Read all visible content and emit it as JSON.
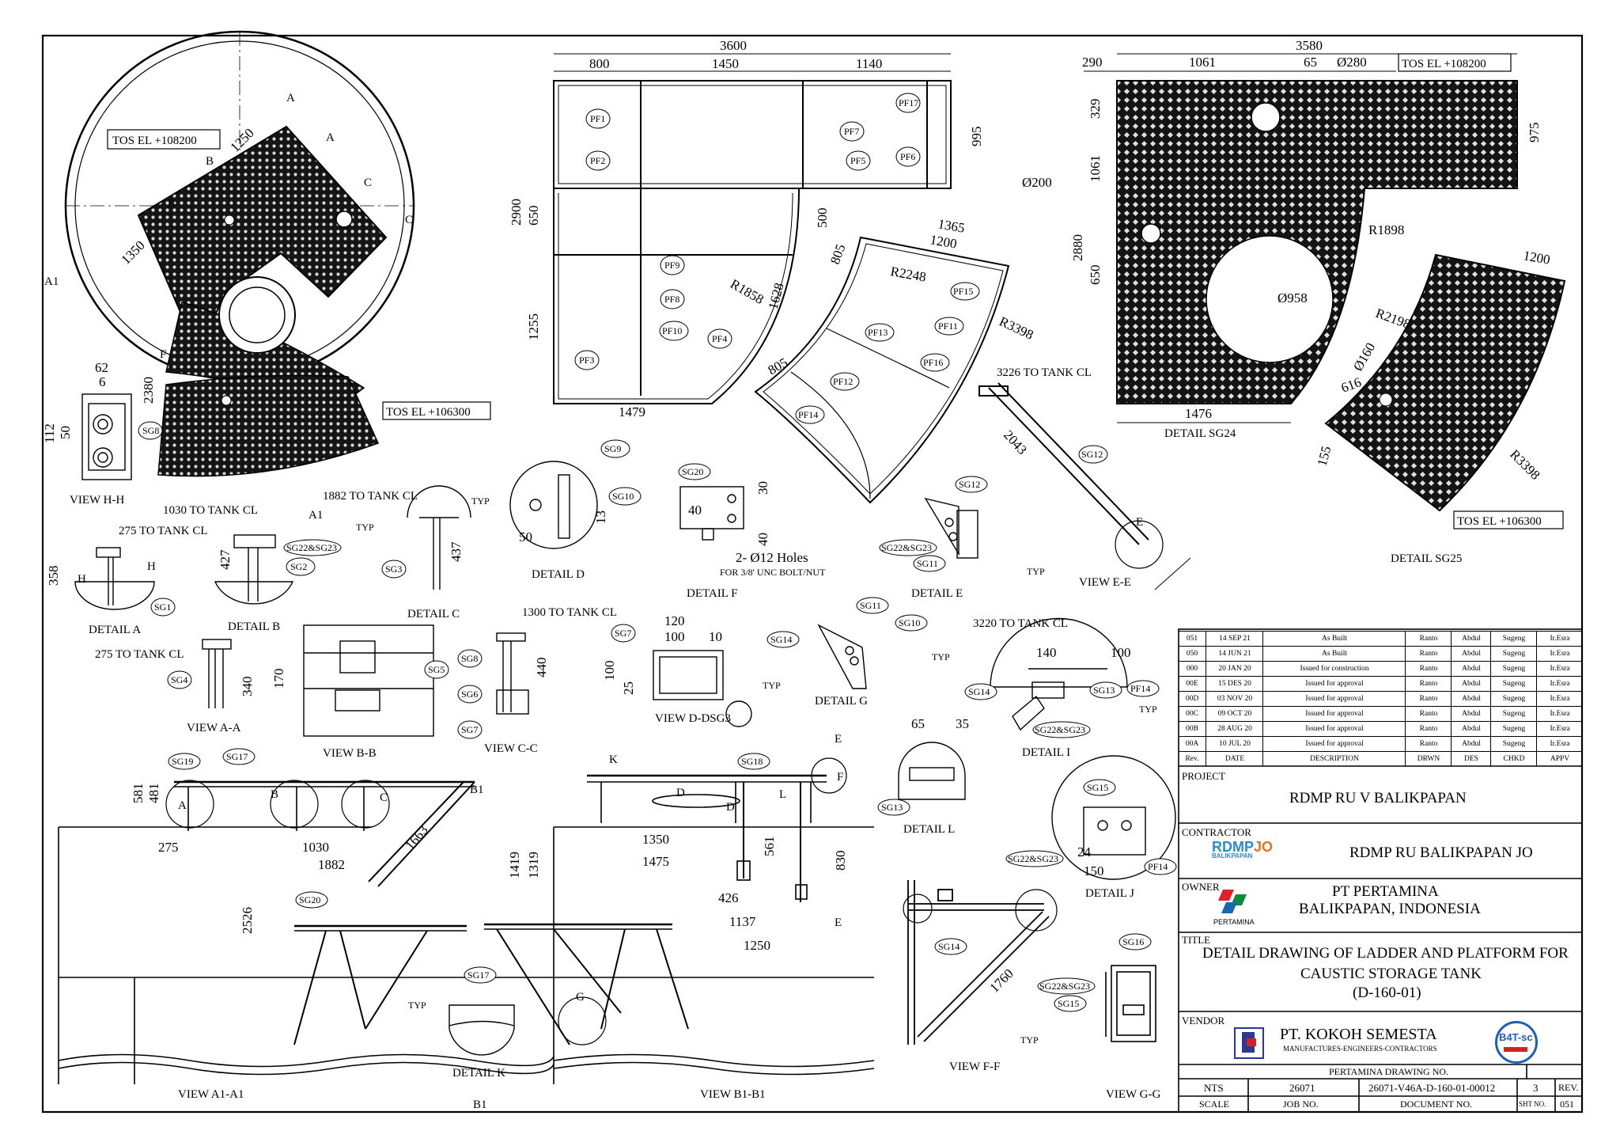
{
  "views": {
    "view_hh": "VIEW H-H",
    "view_aa": "VIEW A-A",
    "view_bb": "VIEW B-B",
    "view_cc": "VIEW C-C",
    "view_ddsg3": "VIEW D-DSG3",
    "view_ee": "VIEW E-E",
    "view_ff": "VIEW F-F",
    "view_gg": "VIEW G-G",
    "view_a1a1": "VIEW A1-A1",
    "view_b1b1": "VIEW B1-B1",
    "detail_a": "DETAIL A",
    "detail_b": "DETAIL B",
    "detail_c": "DETAIL C",
    "detail_d": "DETAIL D",
    "detail_e": "DETAIL E",
    "detail_f": "DETAIL F",
    "detail_g": "DETAIL G",
    "detail_i": "DETAIL I",
    "detail_j": "DETAIL J",
    "detail_k": "DETAIL K",
    "detail_l": "DETAIL L",
    "detail_sg24": "DETAIL SG24",
    "detail_sg25": "DETAIL SG25"
  },
  "elevations": {
    "tos_108200": "TOS EL +108200",
    "tos_106300": "TOS EL +106300"
  },
  "notes": {
    "to_tank_1882": "1882 TO TANK CL",
    "to_tank_1030": "1030 TO TANK CL",
    "to_tank_275": "275 TO TANK CL",
    "to_tank_275b": "275 TO TANK CL",
    "to_tank_1300": "1300 TO TANK CL",
    "to_tank_3220": "3220 TO TANK CL",
    "to_tank_3226": "3226 TO TANK CL",
    "holes": "2- Ø12 Holes",
    "bolt": "FOR 3/8' UNC BOLT/NUT",
    "typ": "TYP"
  },
  "dimensions": {
    "d3600": "3600",
    "d800": "800",
    "d1450": "1450",
    "d1140": "1140",
    "d2900": "2900",
    "d650": "650",
    "d1255": "1255",
    "d1479": "1479",
    "d995": "995",
    "d500": "500",
    "d1628": "1628",
    "d805a": "805",
    "d805b": "805",
    "d1365": "1365",
    "d1200": "1200",
    "r1858": "R1858",
    "r2248": "R2248",
    "r3398": "R3398",
    "d2043": "2043",
    "d3580": "3580",
    "d290": "290",
    "d1061": "1061",
    "d65": "65",
    "o280": "Ø280",
    "d329": "329",
    "d1061v": "1061",
    "d2880": "2880",
    "d650v": "650",
    "d975": "975",
    "o200": "Ø200",
    "r1898": "R1898",
    "o958": "Ø958",
    "d1476": "1476",
    "d1200b": "1200",
    "r2198": "R2198",
    "o160": "Ø160",
    "d616": "616",
    "d155": "155",
    "r3398b": "R3398",
    "d1250": "1250",
    "d1350": "1350",
    "d2380": "2380",
    "d62": "62",
    "d6": "6",
    "d112": "112",
    "d50": "50",
    "d358": "358",
    "d427": "427",
    "d437": "437",
    "d340": "340",
    "d170": "170",
    "d440": "440",
    "d120": "120",
    "d100": "100",
    "d10": "10",
    "d25": "25",
    "d100v": "100",
    "d30": "30",
    "d40": "40",
    "d40v": "40",
    "d13": "13",
    "d50b": "50",
    "d140": "140",
    "d100i": "100",
    "d65l": "65",
    "d35l": "35",
    "d24": "24",
    "d150": "150",
    "d581": "581",
    "d481": "481",
    "d275": "275",
    "d1030": "1030",
    "d1882": "1882",
    "d1663": "1663",
    "d2526": "2526",
    "d1419": "1419",
    "d1319": "1319",
    "d1350b": "1350",
    "d1475": "1475",
    "d561": "561",
    "d830": "830",
    "d426": "426",
    "d1137": "1137",
    "d1250b": "1250",
    "d1760": "1760"
  },
  "revisions": [
    {
      "rev": "051",
      "date": "14 SEP 21",
      "desc": "As Built",
      "drwn": "Ranto",
      "des": "Abdul",
      "chkd": "Sugeng",
      "appv": "Ir.Esra"
    },
    {
      "rev": "050",
      "date": "14 JUN 21",
      "desc": "As Built",
      "drwn": "Ranto",
      "des": "Abdul",
      "chkd": "Sugeng",
      "appv": "Ir.Esra"
    },
    {
      "rev": "000",
      "date": "20 JAN 20",
      "desc": "Issued for construction",
      "drwn": "Ranto",
      "des": "Abdul",
      "chkd": "Sugeng",
      "appv": "Ir.Esra"
    },
    {
      "rev": "00E",
      "date": "15 DES 20",
      "desc": "Issued for approval",
      "drwn": "Ranto",
      "des": "Abdul",
      "chkd": "Sugeng",
      "appv": "Ir.Esra"
    },
    {
      "rev": "00D",
      "date": "03 NOV 20",
      "desc": "Issued for approval",
      "drwn": "Ranto",
      "des": "Abdul",
      "chkd": "Sugeng",
      "appv": "Ir.Esra"
    },
    {
      "rev": "00C",
      "date": "09 OCT 20",
      "desc": "Issued for approval",
      "drwn": "Ranto",
      "des": "Abdul",
      "chkd": "Sugeng",
      "appv": "Ir.Esra"
    },
    {
      "rev": "00B",
      "date": "28 AUG 20",
      "desc": "Issued for approval",
      "drwn": "Ranto",
      "des": "Abdul",
      "chkd": "Sugeng",
      "appv": "Ir.Esra"
    },
    {
      "rev": "00A",
      "date": "10 JUL 20",
      "desc": "Issued for approval",
      "drwn": "Ranto",
      "des": "Abdul",
      "chkd": "Sugeng",
      "appv": "Ir.Esra"
    }
  ],
  "rev_header": {
    "rev": "Rev.",
    "date": "DATE",
    "desc": "DESCRIPTION",
    "drwn": "DRWN",
    "des": "DES",
    "chkd": "CHKD",
    "appv": "APPV"
  },
  "title_block": {
    "project_label": "PROJECT",
    "project": "RDMP RU V BALIKPAPAN",
    "contractor_label": "CONTRACTOR",
    "contractor_logo": "RDMP",
    "contractor_logo_sub": "BALIKPAPAN",
    "contractor_logo_jo": "JO",
    "contractor": "RDMP RU BALIKPAPAN JO",
    "owner_label": "OWNER",
    "owner_line1": "PT PERTAMINA",
    "owner_line2": "BALIKPAPAN, INDONESIA",
    "owner_logo_text": "PERTAMINA",
    "title_label": "TITLE",
    "title_line1": "DETAIL DRAWING OF LADDER AND PLATFORM FOR",
    "title_line2": "CAUSTIC STORAGE TANK",
    "title_line3": "(D-160-01)",
    "vendor_label": "VENDOR",
    "vendor": "PT. KOKOH SEMESTA",
    "vendor_sub": "MANUFACTURES-ENGINEERS-CONTRACTORS",
    "vendor_logo2": "B4T-sc",
    "drawing_no_label": "PERTAMINA DRAWING NO.",
    "scale": "NTS",
    "scale_label": "SCALE",
    "job_no": "26071",
    "job_no_label": "JOB NO.",
    "document_no": "26071-V46A-D-160-01-00012",
    "document_no_label": "DOCUMENT NO.",
    "sheet_no": "3",
    "sheet_no_label": "SHT NO.",
    "rev_label": "REV.",
    "rev_value": "051"
  },
  "colors": {
    "line": "#000000",
    "paper": "#ffffff",
    "hatch": "#1a1a1a"
  }
}
